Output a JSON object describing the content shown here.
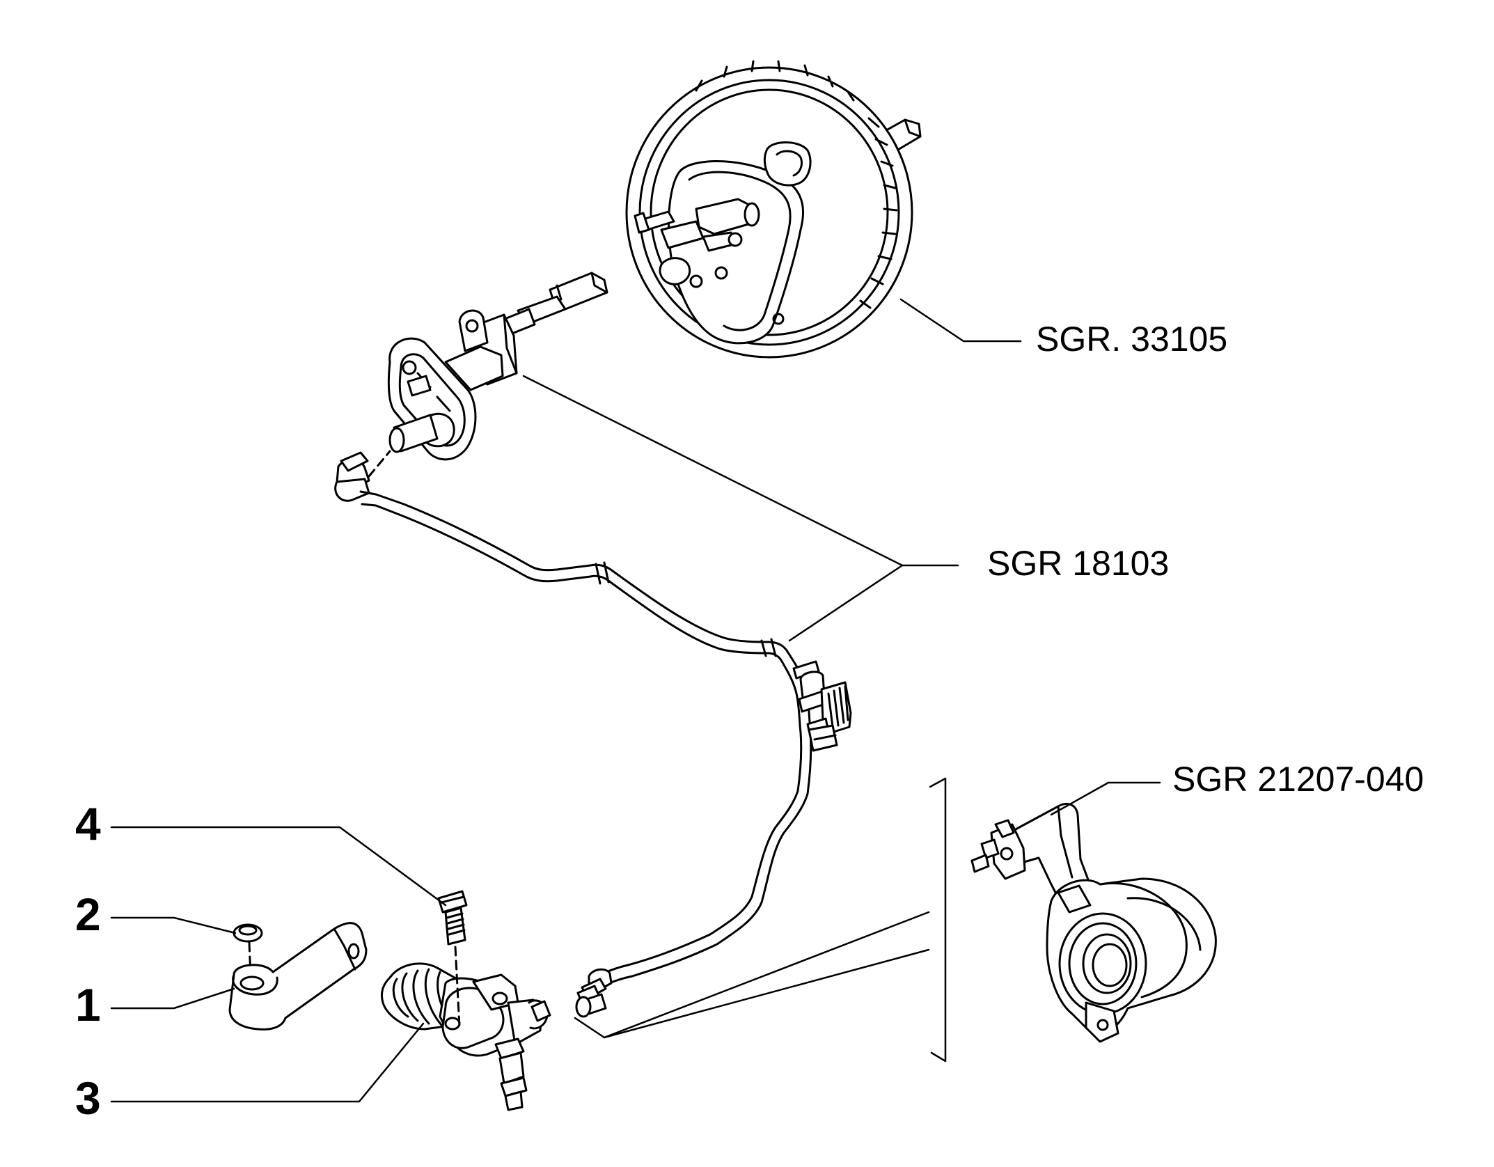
{
  "diagram": {
    "references": [
      {
        "id": "booster",
        "text": "SGR. 33105"
      },
      {
        "id": "pipe",
        "text": "SGR 18103"
      },
      {
        "id": "bearing",
        "text": "SGR 21207-040"
      }
    ],
    "callouts": [
      {
        "id": "bolt",
        "text": "4"
      },
      {
        "id": "washer",
        "text": "2"
      },
      {
        "id": "lever",
        "text": "1"
      },
      {
        "id": "slave-cylinder",
        "text": "3"
      }
    ]
  }
}
